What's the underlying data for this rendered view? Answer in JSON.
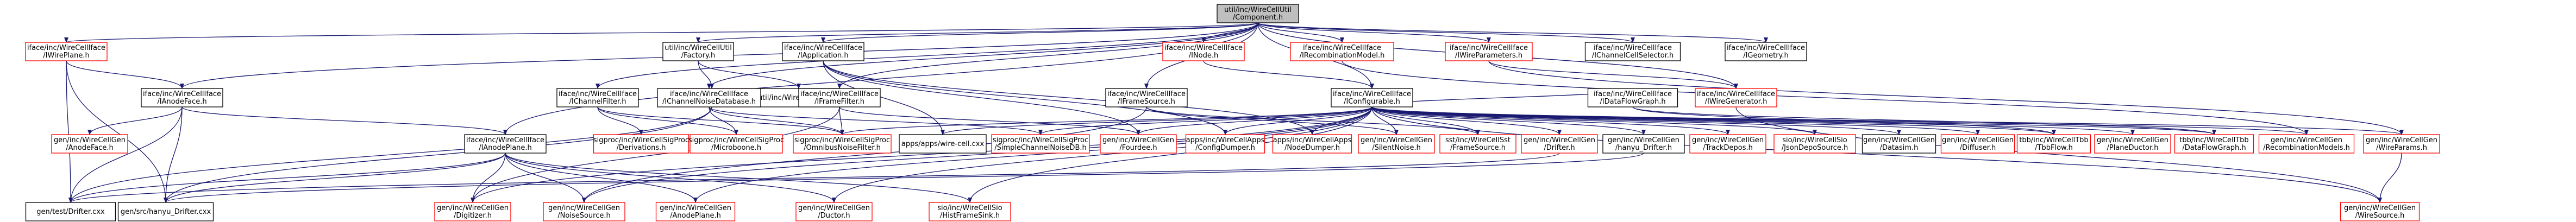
{
  "colors": {
    "edge": "#191970",
    "root_fill": "#bfbfbf",
    "normal_border": "#000000",
    "missing_border": "#ff0000",
    "background": "#ffffff"
  },
  "graph": {
    "nodes": [
      {
        "id": "root",
        "lines": [
          "util/inc/WireCellUtil",
          "/Component.h"
        ],
        "style": "root"
      },
      {
        "id": "iwireplane",
        "lines": [
          "iface/inc/WireCellIface",
          "/IWirePlane.h"
        ],
        "style": "red"
      },
      {
        "id": "factory",
        "lines": [
          "util/inc/WireCellUtil",
          "/Factory.h"
        ],
        "style": "normal"
      },
      {
        "id": "iapplication",
        "lines": [
          "iface/inc/WireCellIface",
          "/IApplication.h"
        ],
        "style": "normal"
      },
      {
        "id": "inode",
        "lines": [
          "iface/inc/WireCellIface",
          "/INode.h"
        ],
        "style": "red"
      },
      {
        "id": "irecombination",
        "lines": [
          "iface/inc/WireCellIface",
          "/IRecombinationModel.h"
        ],
        "style": "red"
      },
      {
        "id": "iwireparameters",
        "lines": [
          "iface/inc/WireCellIface",
          "/IWireParameters.h"
        ],
        "style": "red"
      },
      {
        "id": "ichannelcellselector",
        "lines": [
          "iface/inc/WireCellIface",
          "/IChannelCellSelector.h"
        ],
        "style": "normal"
      },
      {
        "id": "igeometry",
        "lines": [
          "iface/inc/WireCellIface",
          "/IGeometry.h"
        ],
        "style": "normal"
      },
      {
        "id": "ianodeface",
        "lines": [
          "iface/inc/WireCellIface",
          "/IAnodeFace.h"
        ],
        "style": "normal"
      },
      {
        "id": "namedfactory",
        "lines": [
          "util/inc/WireCellUtil",
          "/NamedFactory.h"
        ],
        "style": "red"
      },
      {
        "id": "testfactory",
        "lines": [
          "util/inc/WireCellUtil.cxx"
        ],
        "style": "normal"
      },
      {
        "id": "ichannelfilter",
        "lines": [
          "iface/inc/WireCellIface",
          "/IChannelFilter.h"
        ],
        "style": "normal"
      },
      {
        "id": "ichannelnoisedb",
        "lines": [
          "iface/inc/WireCellIface",
          "/IChannelNoiseDatabase.h"
        ],
        "style": "normal"
      },
      {
        "id": "iframefilter",
        "lines": [
          "iface/inc/WireCellIface",
          "/IFrameFilter.h"
        ],
        "style": "normal"
      },
      {
        "id": "iframesource",
        "lines": [
          "iface/inc/WireCellIface",
          "/IFrameSource.h"
        ],
        "style": "normal"
      },
      {
        "id": "iconfigurable",
        "lines": [
          "iface/inc/WireCellIface",
          "/IConfigurable.h"
        ],
        "style": "normal"
      },
      {
        "id": "idataflowgraph",
        "lines": [
          "iface/inc/WireCellIface",
          "/IDataFlowGraph.h"
        ],
        "style": "normal"
      },
      {
        "id": "iwiregenerator",
        "lines": [
          "iface/inc/WireCellIface",
          "/IWireGenerator.h"
        ],
        "style": "red"
      },
      {
        "id": "anodeface",
        "lines": [
          "gen/inc/WireCellGen",
          "/AnodeFace.h"
        ],
        "style": "red"
      },
      {
        "id": "ianodeplane",
        "lines": [
          "iface/inc/WireCellIface",
          "/IAnodePlane.h"
        ],
        "style": "normal"
      },
      {
        "id": "sigprocderiv",
        "lines": [
          "sigproc/inc/WireCellSigProc",
          "/Derivations.h"
        ],
        "style": "red"
      },
      {
        "id": "sigprocmicro",
        "lines": [
          "sigproc/inc/WireCellSigProc",
          "/Microboone.h"
        ],
        "style": "red"
      },
      {
        "id": "omnibus",
        "lines": [
          "sigproc/inc/WireCellSigProc",
          "/OmnibusNoiseFilter.h"
        ],
        "style": "red"
      },
      {
        "id": "wirecellcxx",
        "lines": [
          "apps/apps/wire-cell.cxx"
        ],
        "style": "normal"
      },
      {
        "id": "simplechannelnoise",
        "lines": [
          "sigproc/inc/WireCellSigProc",
          "/SimpleChannelNoiseDB.h"
        ],
        "style": "red"
      },
      {
        "id": "fourdee",
        "lines": [
          "gen/inc/WireCellGen",
          "/Fourdee.h"
        ],
        "style": "red"
      },
      {
        "id": "configdumper",
        "lines": [
          "apps/inc/WireCellApps",
          "/ConfigDumper.h"
        ],
        "style": "red"
      },
      {
        "id": "nodedumper",
        "lines": [
          "apps/inc/WireCellApps",
          "/NodeDumper.h"
        ],
        "style": "red"
      },
      {
        "id": "silentnoise",
        "lines": [
          "gen/inc/WireCellGen",
          "/SilentNoise.h"
        ],
        "style": "red"
      },
      {
        "id": "framesourcesst",
        "lines": [
          "sst/inc/WireCellSst",
          "/FrameSource.h"
        ],
        "style": "red"
      },
      {
        "id": "drifter",
        "lines": [
          "gen/inc/WireCellGen",
          "/Drifter.h"
        ],
        "style": "red"
      },
      {
        "id": "hanydrifter",
        "lines": [
          "gen/inc/WireCellGen",
          "/hanyu_Drifter.h"
        ],
        "style": "normal"
      },
      {
        "id": "trackdepos",
        "lines": [
          "gen/inc/WireCellGen",
          "/TrackDepos.h"
        ],
        "style": "red"
      },
      {
        "id": "jsondeposource",
        "lines": [
          "sio/inc/WireCellSio",
          "/JsonDepoSource.h"
        ],
        "style": "red"
      },
      {
        "id": "diffuser",
        "lines": [
          "gen/inc/WireCellGen",
          "/Diffuser.h"
        ],
        "style": "red"
      },
      {
        "id": "datasim",
        "lines": [
          "gen/inc/WireCellGen",
          "/Datasim.h"
        ],
        "style": "normal"
      },
      {
        "id": "tbbflow",
        "lines": [
          "tbb/inc/WireCellTbb",
          "/TbbFlow.h"
        ],
        "style": "red"
      },
      {
        "id": "planeductor",
        "lines": [
          "gen/inc/WireCellGen",
          "/PlaneDuctor.h"
        ],
        "style": "red"
      },
      {
        "id": "tbbdataflow",
        "lines": [
          "tbb/inc/WireCellTbb",
          "/DataFlowGraph.h"
        ],
        "style": "red"
      },
      {
        "id": "recombinationmodels",
        "lines": [
          "gen/inc/WireCellGen",
          "/RecombinationModels.h"
        ],
        "style": "red"
      },
      {
        "id": "wireparams",
        "lines": [
          "gen/inc/WireCellGen",
          "/WireParams.h"
        ],
        "style": "red"
      },
      {
        "id": "anodeplane",
        "lines": [
          "gen/inc/WireCellGen",
          "/AnodePlane.h"
        ],
        "style": "red"
      },
      {
        "id": "digitizer",
        "lines": [
          "gen/inc/WireCellGen",
          "/Digitizer.h"
        ],
        "style": "red"
      },
      {
        "id": "noisesource",
        "lines": [
          "gen/inc/WireCellGen",
          "/NoiseSource.h"
        ],
        "style": "red"
      },
      {
        "id": "ductor",
        "lines": [
          "gen/inc/WireCellGen",
          "/Ductor.h"
        ],
        "style": "red"
      },
      {
        "id": "histframesink",
        "lines": [
          "sio/inc/WireCellSio",
          "/HistFrameSink.h"
        ],
        "style": "red"
      },
      {
        "id": "wiresource",
        "lines": [
          "gen/inc/WireCellGen",
          "/WireSource.h"
        ],
        "style": "red"
      },
      {
        "id": "drifterxx",
        "lines": [
          "gen/test/Drifter.cxx"
        ],
        "style": "normal"
      },
      {
        "id": "hanydrifterxx",
        "lines": [
          "gen/src/hanyu_Drifter.cxx"
        ],
        "style": "normal"
      }
    ],
    "edges": [
      [
        "root",
        "iwireplane"
      ],
      [
        "root",
        "factory"
      ],
      [
        "root",
        "iapplication"
      ],
      [
        "root",
        "inode"
      ],
      [
        "root",
        "irecombination"
      ],
      [
        "root",
        "iwireparameters"
      ],
      [
        "root",
        "ichannelcellselector"
      ],
      [
        "root",
        "igeometry"
      ],
      [
        "root",
        "ianodeface"
      ],
      [
        "root",
        "ichannelfilter"
      ],
      [
        "root",
        "ichannelnoisedb"
      ],
      [
        "root",
        "iframefilter"
      ],
      [
        "root",
        "iframesource"
      ],
      [
        "root",
        "iconfigurable"
      ],
      [
        "root",
        "iwiregenerator"
      ],
      [
        "root",
        "ianodeplane"
      ],
      [
        "iwireplane",
        "ianodeface"
      ],
      [
        "iwireplane",
        "drifterxx"
      ],
      [
        "iwireplane",
        "hanydrifterxx"
      ],
      [
        "factory",
        "namedfactory"
      ],
      [
        "factory",
        "testfactory"
      ],
      [
        "inode",
        "iconfigurable"
      ],
      [
        "irecombination",
        "recombinationmodels"
      ],
      [
        "iwireparameters",
        "wireparams"
      ],
      [
        "iwireparameters",
        "iwiregenerator"
      ],
      [
        "ianodeface",
        "anodeface"
      ],
      [
        "ianodeface",
        "ianodeplane"
      ],
      [
        "ianodeface",
        "drifterxx"
      ],
      [
        "ianodeface",
        "hanydrifterxx"
      ],
      [
        "namedfactory",
        "drifterxx"
      ],
      [
        "namedfactory",
        "hanydrifterxx"
      ],
      [
        "ichannelfilter",
        "sigprocderiv"
      ],
      [
        "ichannelfilter",
        "sigprocmicro"
      ],
      [
        "ichannelfilter",
        "omnibus"
      ],
      [
        "ichannelnoisedb",
        "sigprocmicro"
      ],
      [
        "ichannelnoisedb",
        "omnibus"
      ],
      [
        "ichannelnoisedb",
        "simplechannelnoise"
      ],
      [
        "iframefilter",
        "omnibus"
      ],
      [
        "iframefilter",
        "fourdee"
      ],
      [
        "iframefilter",
        "digitizer"
      ],
      [
        "iapplication",
        "wirecellcxx"
      ],
      [
        "iapplication",
        "fourdee"
      ],
      [
        "iapplication",
        "configdumper"
      ],
      [
        "iapplication",
        "nodedumper"
      ],
      [
        "iframesource",
        "silentnoise"
      ],
      [
        "iframesource",
        "framesourcesst"
      ],
      [
        "iframesource",
        "noisesource"
      ],
      [
        "iconfigurable",
        "idataflowgraph"
      ],
      [
        "iconfigurable",
        "wirecellcxx"
      ],
      [
        "iconfigurable",
        "simplechannelnoise"
      ],
      [
        "iconfigurable",
        "omnibus"
      ],
      [
        "iconfigurable",
        "fourdee"
      ],
      [
        "iconfigurable",
        "configdumper"
      ],
      [
        "iconfigurable",
        "nodedumper"
      ],
      [
        "iconfigurable",
        "silentnoise"
      ],
      [
        "iconfigurable",
        "framesourcesst"
      ],
      [
        "iconfigurable",
        "drifter"
      ],
      [
        "iconfigurable",
        "hanydrifter"
      ],
      [
        "iconfigurable",
        "trackdepos"
      ],
      [
        "iconfigurable",
        "jsondeposource"
      ],
      [
        "iconfigurable",
        "datasim"
      ],
      [
        "iconfigurable",
        "diffuser"
      ],
      [
        "iconfigurable",
        "tbbflow"
      ],
      [
        "iconfigurable",
        "planeductor"
      ],
      [
        "iconfigurable",
        "tbbdataflow"
      ],
      [
        "iconfigurable",
        "recombinationmodels"
      ],
      [
        "iconfigurable",
        "wireparams"
      ],
      [
        "iconfigurable",
        "anodeplane"
      ],
      [
        "iconfigurable",
        "digitizer"
      ],
      [
        "iconfigurable",
        "noisesource"
      ],
      [
        "iconfigurable",
        "ductor"
      ],
      [
        "iconfigurable",
        "histframesink"
      ],
      [
        "iconfigurable",
        "wiresource"
      ],
      [
        "idataflowgraph",
        "tbbflow"
      ],
      [
        "idataflowgraph",
        "tbbdataflow"
      ],
      [
        "iwiregenerator",
        "wiresource"
      ],
      [
        "wireparams",
        "wiresource"
      ],
      [
        "ianodeplane",
        "anodeplane"
      ],
      [
        "ianodeplane",
        "digitizer"
      ],
      [
        "ianodeplane",
        "noisesource"
      ],
      [
        "ianodeplane",
        "ductor"
      ],
      [
        "ianodeplane",
        "histframesink"
      ],
      [
        "ianodeplane",
        "drifterxx"
      ],
      [
        "ianodeplane",
        "hanydrifterxx"
      ],
      [
        "hanydrifter",
        "hanydrifterxx"
      ],
      [
        "drifter",
        "drifterxx"
      ]
    ]
  }
}
